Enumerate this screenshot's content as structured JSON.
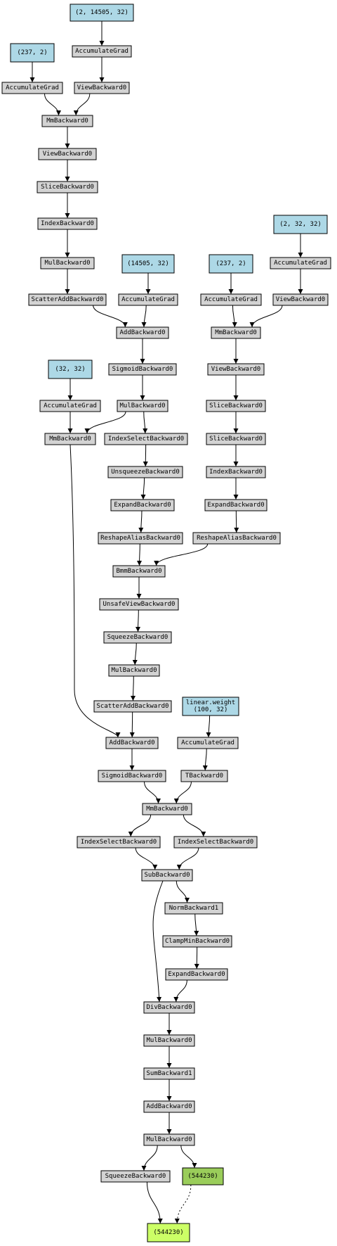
{
  "colors": {
    "op": "#d3d3d3",
    "param": "#add8e6",
    "saved": "#9acd5a",
    "output": "#ccff66"
  },
  "nodes": [
    {
      "id": "p_2_14505_32",
      "kind": "param",
      "lines": [
        "(2, 14505, 32)"
      ]
    },
    {
      "id": "acc_a",
      "kind": "op",
      "lines": [
        "AccumulateGrad"
      ]
    },
    {
      "id": "p_237_2_a",
      "kind": "param",
      "lines": [
        "(237, 2)"
      ]
    },
    {
      "id": "acc_b",
      "kind": "op",
      "lines": [
        "AccumulateGrad"
      ]
    },
    {
      "id": "view_a",
      "kind": "op",
      "lines": [
        "ViewBackward0"
      ]
    },
    {
      "id": "mm_a",
      "kind": "op",
      "lines": [
        "MmBackward0"
      ]
    },
    {
      "id": "view_b",
      "kind": "op",
      "lines": [
        "ViewBackward0"
      ]
    },
    {
      "id": "slice_a",
      "kind": "op",
      "lines": [
        "SliceBackward0"
      ]
    },
    {
      "id": "index_a",
      "kind": "op",
      "lines": [
        "IndexBackward0"
      ]
    },
    {
      "id": "mul_a",
      "kind": "op",
      "lines": [
        "MulBackward0"
      ]
    },
    {
      "id": "scatter_a",
      "kind": "op",
      "lines": [
        "ScatterAddBackward0"
      ]
    },
    {
      "id": "p_14505_32",
      "kind": "param",
      "lines": [
        "(14505, 32)"
      ]
    },
    {
      "id": "acc_c",
      "kind": "op",
      "lines": [
        "AccumulateGrad"
      ]
    },
    {
      "id": "add_a",
      "kind": "op",
      "lines": [
        "AddBackward0"
      ]
    },
    {
      "id": "p_237_2_b",
      "kind": "param",
      "lines": [
        "(237, 2)"
      ]
    },
    {
      "id": "acc_d",
      "kind": "op",
      "lines": [
        "AccumulateGrad"
      ]
    },
    {
      "id": "p_2_32_32",
      "kind": "param",
      "lines": [
        "(2, 32, 32)"
      ]
    },
    {
      "id": "acc_e",
      "kind": "op",
      "lines": [
        "AccumulateGrad"
      ]
    },
    {
      "id": "view_c",
      "kind": "op",
      "lines": [
        "ViewBackward0"
      ]
    },
    {
      "id": "mm_b",
      "kind": "op",
      "lines": [
        "MmBackward0"
      ]
    },
    {
      "id": "sigmoid_a",
      "kind": "op",
      "lines": [
        "SigmoidBackward0"
      ]
    },
    {
      "id": "view_d",
      "kind": "op",
      "lines": [
        "ViewBackward0"
      ]
    },
    {
      "id": "p_32_32",
      "kind": "param",
      "lines": [
        "(32, 32)"
      ]
    },
    {
      "id": "acc_f",
      "kind": "op",
      "lines": [
        "AccumulateGrad"
      ]
    },
    {
      "id": "mul_b",
      "kind": "op",
      "lines": [
        "MulBackward0"
      ]
    },
    {
      "id": "slice_b",
      "kind": "op",
      "lines": [
        "SliceBackward0"
      ]
    },
    {
      "id": "mm_c",
      "kind": "op",
      "lines": [
        "MmBackward0"
      ]
    },
    {
      "id": "indexselect_a",
      "kind": "op",
      "lines": [
        "IndexSelectBackward0"
      ]
    },
    {
      "id": "slice_c",
      "kind": "op",
      "lines": [
        "SliceBackward0"
      ]
    },
    {
      "id": "unsqueeze",
      "kind": "op",
      "lines": [
        "UnsqueezeBackward0"
      ]
    },
    {
      "id": "index_b",
      "kind": "op",
      "lines": [
        "IndexBackward0"
      ]
    },
    {
      "id": "expand_a",
      "kind": "op",
      "lines": [
        "ExpandBackward0"
      ]
    },
    {
      "id": "expand_b",
      "kind": "op",
      "lines": [
        "ExpandBackward0"
      ]
    },
    {
      "id": "reshape_a",
      "kind": "op",
      "lines": [
        "ReshapeAliasBackward0"
      ]
    },
    {
      "id": "reshape_b",
      "kind": "op",
      "lines": [
        "ReshapeAliasBackward0"
      ]
    },
    {
      "id": "bmm",
      "kind": "op",
      "lines": [
        "BmmBackward0"
      ]
    },
    {
      "id": "unsafeview",
      "kind": "op",
      "lines": [
        "UnsafeViewBackward0"
      ]
    },
    {
      "id": "squeeze_a",
      "kind": "op",
      "lines": [
        "SqueezeBackward0"
      ]
    },
    {
      "id": "mul_c",
      "kind": "op",
      "lines": [
        "MulBackward0"
      ]
    },
    {
      "id": "scatter_b",
      "kind": "op",
      "lines": [
        "ScatterAddBackward0"
      ]
    },
    {
      "id": "p_linear",
      "kind": "param",
      "lines": [
        "linear.weight",
        "(100, 32)"
      ]
    },
    {
      "id": "add_b",
      "kind": "op",
      "lines": [
        "AddBackward0"
      ]
    },
    {
      "id": "acc_g",
      "kind": "op",
      "lines": [
        "AccumulateGrad"
      ]
    },
    {
      "id": "sigmoid_b",
      "kind": "op",
      "lines": [
        "SigmoidBackward0"
      ]
    },
    {
      "id": "tback",
      "kind": "op",
      "lines": [
        "TBackward0"
      ]
    },
    {
      "id": "mm_d",
      "kind": "op",
      "lines": [
        "MmBackward0"
      ]
    },
    {
      "id": "indexselect_b",
      "kind": "op",
      "lines": [
        "IndexSelectBackward0"
      ]
    },
    {
      "id": "indexselect_c",
      "kind": "op",
      "lines": [
        "IndexSelectBackward0"
      ]
    },
    {
      "id": "sub",
      "kind": "op",
      "lines": [
        "SubBackward0"
      ]
    },
    {
      "id": "norm",
      "kind": "op",
      "lines": [
        "NormBackward1"
      ]
    },
    {
      "id": "clampmin",
      "kind": "op",
      "lines": [
        "ClampMinBackward0"
      ]
    },
    {
      "id": "expand_c",
      "kind": "op",
      "lines": [
        "ExpandBackward0"
      ]
    },
    {
      "id": "div",
      "kind": "op",
      "lines": [
        "DivBackward0"
      ]
    },
    {
      "id": "mul_d",
      "kind": "op",
      "lines": [
        "MulBackward0"
      ]
    },
    {
      "id": "sum",
      "kind": "op",
      "lines": [
        "SumBackward1"
      ]
    },
    {
      "id": "add_c",
      "kind": "op",
      "lines": [
        "AddBackward0"
      ]
    },
    {
      "id": "mul_e",
      "kind": "op",
      "lines": [
        "MulBackward0"
      ]
    },
    {
      "id": "squeeze_b",
      "kind": "op",
      "lines": [
        "SqueezeBackward0"
      ]
    },
    {
      "id": "saved",
      "kind": "saved",
      "lines": [
        "(544230)"
      ]
    },
    {
      "id": "output",
      "kind": "output",
      "lines": [
        "(544230)"
      ]
    }
  ],
  "edges": [
    {
      "from": "p_2_14505_32",
      "to": "acc_a"
    },
    {
      "from": "acc_a",
      "to": "view_a"
    },
    {
      "from": "p_237_2_a",
      "to": "acc_b"
    },
    {
      "from": "acc_b",
      "to": "mm_a"
    },
    {
      "from": "view_a",
      "to": "mm_a"
    },
    {
      "from": "mm_a",
      "to": "view_b"
    },
    {
      "from": "view_b",
      "to": "slice_a"
    },
    {
      "from": "slice_a",
      "to": "index_a"
    },
    {
      "from": "index_a",
      "to": "mul_a"
    },
    {
      "from": "mul_a",
      "to": "scatter_a"
    },
    {
      "from": "p_14505_32",
      "to": "acc_c"
    },
    {
      "from": "scatter_a",
      "to": "add_a"
    },
    {
      "from": "acc_c",
      "to": "add_a"
    },
    {
      "from": "p_237_2_b",
      "to": "acc_d"
    },
    {
      "from": "p_2_32_32",
      "to": "acc_e"
    },
    {
      "from": "acc_e",
      "to": "view_c"
    },
    {
      "from": "acc_d",
      "to": "mm_b"
    },
    {
      "from": "view_c",
      "to": "mm_b"
    },
    {
      "from": "add_a",
      "to": "sigmoid_a"
    },
    {
      "from": "mm_b",
      "to": "view_d"
    },
    {
      "from": "p_32_32",
      "to": "acc_f"
    },
    {
      "from": "sigmoid_a",
      "to": "mul_b"
    },
    {
      "from": "view_d",
      "to": "slice_b"
    },
    {
      "from": "acc_f",
      "to": "mm_c"
    },
    {
      "from": "mul_b",
      "to": "mm_c"
    },
    {
      "from": "mul_b",
      "to": "indexselect_a"
    },
    {
      "from": "slice_b",
      "to": "slice_c"
    },
    {
      "from": "indexselect_a",
      "to": "unsqueeze"
    },
    {
      "from": "slice_c",
      "to": "index_b"
    },
    {
      "from": "unsqueeze",
      "to": "expand_a"
    },
    {
      "from": "index_b",
      "to": "expand_b"
    },
    {
      "from": "expand_a",
      "to": "reshape_a"
    },
    {
      "from": "expand_b",
      "to": "reshape_b"
    },
    {
      "from": "reshape_a",
      "to": "bmm"
    },
    {
      "from": "reshape_b",
      "to": "bmm"
    },
    {
      "from": "bmm",
      "to": "unsafeview"
    },
    {
      "from": "unsafeview",
      "to": "squeeze_a"
    },
    {
      "from": "squeeze_a",
      "to": "mul_c"
    },
    {
      "from": "mul_c",
      "to": "scatter_b"
    },
    {
      "from": "p_linear",
      "to": "acc_g"
    },
    {
      "from": "mm_c",
      "to": "add_b"
    },
    {
      "from": "scatter_b",
      "to": "add_b"
    },
    {
      "from": "add_b",
      "to": "sigmoid_b"
    },
    {
      "from": "acc_g",
      "to": "tback"
    },
    {
      "from": "sigmoid_b",
      "to": "mm_d"
    },
    {
      "from": "tback",
      "to": "mm_d"
    },
    {
      "from": "mm_d",
      "to": "indexselect_b"
    },
    {
      "from": "mm_d",
      "to": "indexselect_c"
    },
    {
      "from": "indexselect_b",
      "to": "sub"
    },
    {
      "from": "indexselect_c",
      "to": "sub"
    },
    {
      "from": "sub",
      "to": "norm"
    },
    {
      "from": "norm",
      "to": "clampmin"
    },
    {
      "from": "clampmin",
      "to": "expand_c"
    },
    {
      "from": "sub",
      "to": "div"
    },
    {
      "from": "expand_c",
      "to": "div"
    },
    {
      "from": "div",
      "to": "mul_d"
    },
    {
      "from": "mul_d",
      "to": "sum"
    },
    {
      "from": "sum",
      "to": "add_c"
    },
    {
      "from": "add_c",
      "to": "mul_e"
    },
    {
      "from": "mul_e",
      "to": "squeeze_b"
    },
    {
      "from": "mul_e",
      "to": "saved"
    },
    {
      "from": "squeeze_b",
      "to": "output"
    },
    {
      "from": "saved",
      "to": "output",
      "style": "dotted"
    }
  ]
}
